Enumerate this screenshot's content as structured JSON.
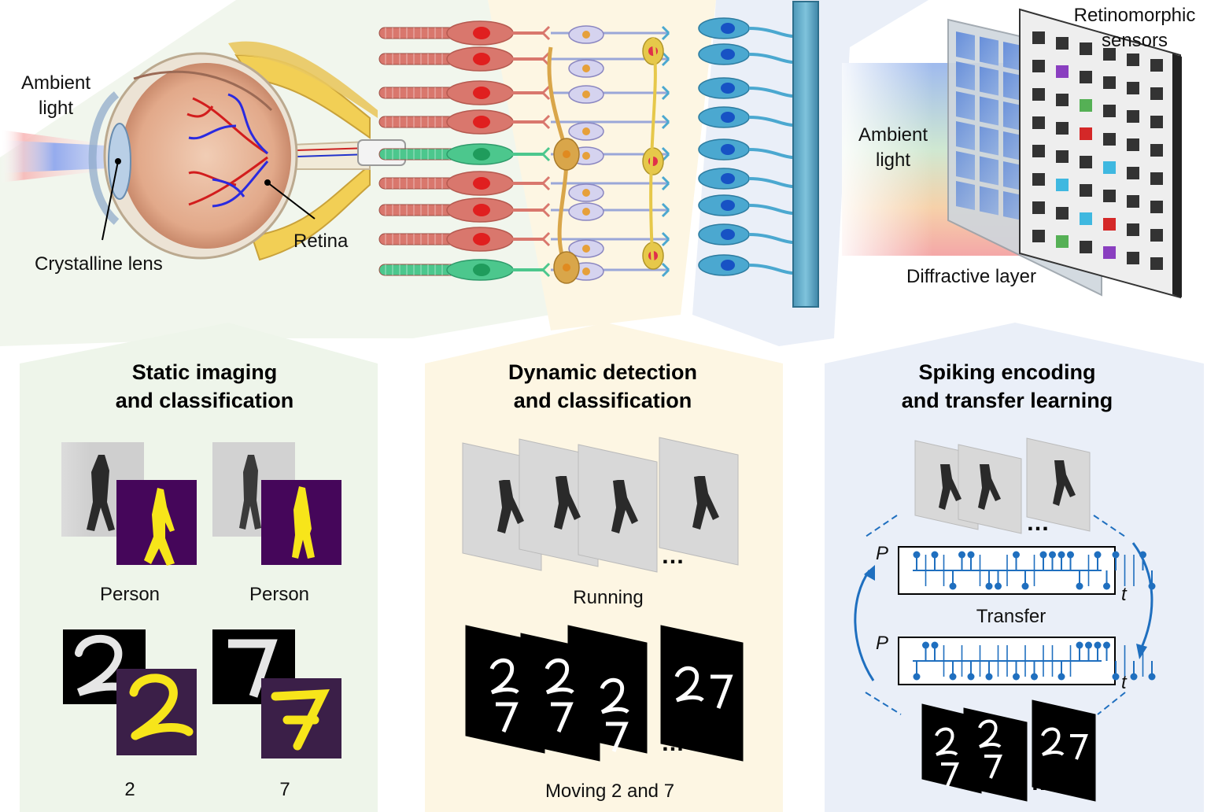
{
  "top": {
    "eye": {
      "ambient_light": [
        "Ambient",
        "light"
      ],
      "crystalline_lens": "Crystalline lens",
      "retina": "Retina"
    },
    "device": {
      "ambient_light": [
        "Ambient",
        "light"
      ],
      "retinomorphic_sensors": [
        "Retinomorphic",
        "sensors"
      ],
      "diffractive_layer": "Diffractive layer"
    }
  },
  "panels": {
    "static": {
      "title": [
        "Static imaging",
        "and classification"
      ],
      "labels": [
        "Person",
        "Person",
        "2",
        "7"
      ]
    },
    "dynamic": {
      "title": [
        "Dynamic detection",
        "and classification"
      ],
      "running": "Running",
      "moving": "Moving 2 and 7",
      "ellipsis": "…"
    },
    "spiking": {
      "title": [
        "Spiking encoding",
        "and transfer learning"
      ],
      "transfer": "Transfer",
      "axis_p": "P",
      "axis_t": "t",
      "ellipsis": "…"
    }
  },
  "colors": {
    "green_bg": "#eef5ea",
    "yellow_bg": "#fdf6e3",
    "blue_bg": "#eaeff8",
    "spike_blue": "#1f6fbf",
    "mask_purple": "#45065a",
    "mask_yellow": "#f7e51a",
    "rod_green": "#4cc78d",
    "cone_red": "#d9776d",
    "ganglion_blue": "#4ba8d0"
  },
  "icons": [
    "eye-illustration",
    "retina-cell-diagram",
    "optic-fiber",
    "diffractive-layer",
    "sensor-array",
    "spike-train",
    "curved-arrow"
  ]
}
